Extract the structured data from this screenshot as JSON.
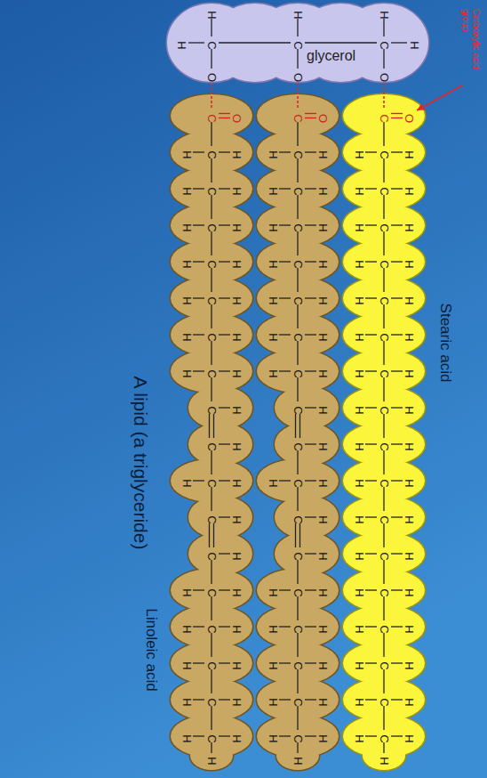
{
  "diagram": {
    "title": "A lipid (a triglyceride)",
    "nodes": [
      {
        "text": [
          "glycerol"
        ]
      }
    ],
    "labels": [
      "Carboxylic acid group",
      "Stearic acid",
      "Linoleic acid",
      "H",
      "C",
      "O",
      "H",
      "C",
      "O",
      "H",
      "C",
      "O",
      "H",
      "H",
      "C",
      "O",
      "H",
      "C",
      "H",
      "H",
      "C",
      "H",
      "H",
      "C",
      "H",
      "H",
      "C",
      "H",
      "H",
      "C",
      "H",
      "H",
      "C",
      "H",
      "H",
      "C",
      "H",
      "C",
      "H",
      "C",
      "H",
      "H",
      "C",
      "H",
      "C",
      "H",
      "C",
      "H",
      "H",
      "C",
      "H",
      "H",
      "C",
      "H",
      "H",
      "C",
      "H",
      "H",
      "C",
      "H",
      "H",
      "C",
      "H",
      "H",
      "C",
      "O",
      "H",
      "C",
      "H",
      "H",
      "C",
      "H",
      "H",
      "C",
      "H",
      "H",
      "C",
      "H",
      "H",
      "C",
      "H",
      "H",
      "C",
      "H",
      "H",
      "C",
      "H",
      "C",
      "H",
      "C",
      "H",
      "H",
      "C",
      "H",
      "C",
      "H",
      "C",
      "H",
      "H",
      "C",
      "H",
      "H",
      "C",
      "H",
      "H",
      "C",
      "H",
      "H",
      "C",
      "H",
      "H",
      "C",
      "H",
      "H",
      "C",
      "O",
      "H",
      "C",
      "H",
      "H",
      "C",
      "H",
      "H",
      "C",
      "H",
      "H",
      "C",
      "H",
      "H",
      "C",
      "H",
      "H",
      "C",
      "H",
      "H",
      "C",
      "H",
      "H",
      "C",
      "H",
      "H",
      "C",
      "H",
      "H",
      "C",
      "H",
      "H",
      "C",
      "H",
      "H",
      "C",
      "H",
      "H",
      "C",
      "H",
      "H",
      "C",
      "H",
      "H",
      "C",
      "H",
      "H",
      "C",
      "H",
      "H",
      "C",
      "H",
      "H"
    ]
  }
}
